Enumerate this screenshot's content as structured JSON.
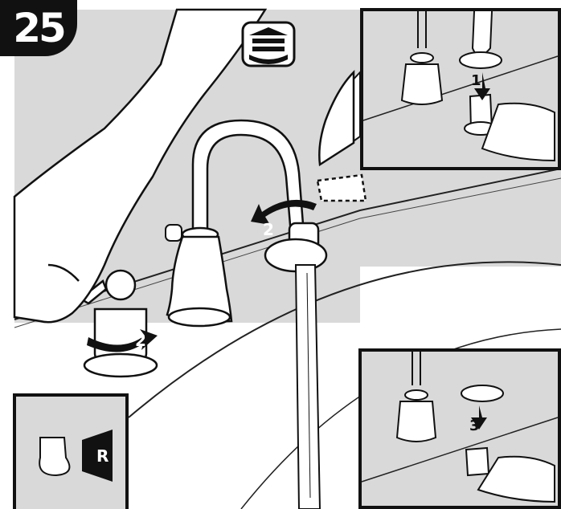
{
  "step": {
    "number": "25"
  },
  "main_view": {
    "label_left_handle": "2",
    "label_spout": "2"
  },
  "inset_top": {
    "label": "1"
  },
  "inset_bottom": {
    "label": "3"
  },
  "reference_inset": {
    "label": "R"
  },
  "icons": {
    "install_mode": "sink-symbol-icon",
    "aerator": "aerator-icon",
    "handle": "handle-cartridge-icon"
  }
}
